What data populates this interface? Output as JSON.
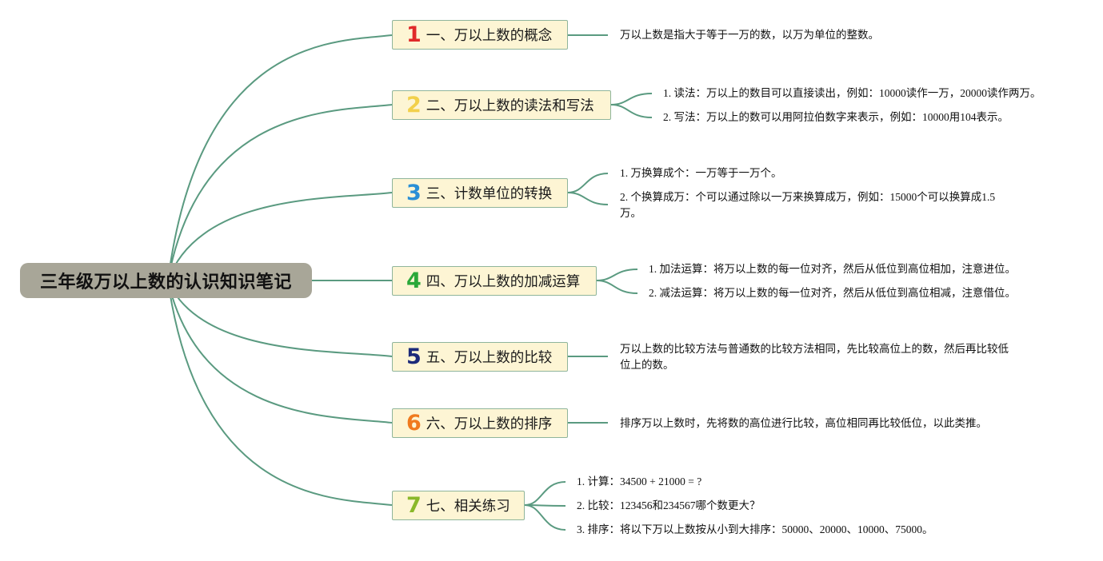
{
  "colors": {
    "line": "#5a9a80",
    "root_bg": "#a8a698",
    "branch_bg": "#fdf5d4",
    "branch_border": "#8fb59b"
  },
  "root": {
    "title": "三年级万以上数的认识知识笔记"
  },
  "branches": [
    {
      "num": "1",
      "num_color": "#e02a2a",
      "label": "一、万以上数的概念",
      "leaves": [
        "万以上数是指大于等于一万的数，以万为单位的整数。"
      ]
    },
    {
      "num": "2",
      "num_color": "#f2d04a",
      "label": "二、万以上数的读法和写法",
      "leaves": [
        "1. 读法：万以上的数目可以直接读出，例如：10000读作一万，20000读作两万。",
        "2. 写法：万以上的数可以用阿拉伯数字来表示，例如：10000用104表示。"
      ]
    },
    {
      "num": "3",
      "num_color": "#2a8fd6",
      "label": "三、计数单位的转换",
      "leaves": [
        "1. 万换算成个：一万等于一万个。",
        "2. 个换算成万：个可以通过除以一万来换算成万，例如：15000个可以换算成1.5万。"
      ]
    },
    {
      "num": "4",
      "num_color": "#2aa83a",
      "label": "四、万以上数的加减运算",
      "leaves": [
        "1. 加法运算：将万以上数的每一位对齐，然后从低位到高位相加，注意进位。",
        "2. 减法运算：将万以上数的每一位对齐，然后从低位到高位相减，注意借位。"
      ]
    },
    {
      "num": "5",
      "num_color": "#1c2a7a",
      "label": "五、万以上数的比较",
      "leaves": [
        "万以上数的比较方法与普通数的比较方法相同，先比较高位上的数，然后再比较低位上的数。"
      ]
    },
    {
      "num": "6",
      "num_color": "#f07a1e",
      "label": "六、万以上数的排序",
      "leaves": [
        "排序万以上数时，先将数的高位进行比较，高位相同再比较低位，以此类推。"
      ]
    },
    {
      "num": "7",
      "num_color": "#8ab82a",
      "label": "七、相关练习",
      "leaves": [
        "1. 计算：34500 + 21000 = ?",
        "2. 比较：123456和234567哪个数更大？",
        "3. 排序：将以下万以上数按从小到大排序：50000、20000、10000、75000。"
      ]
    }
  ]
}
